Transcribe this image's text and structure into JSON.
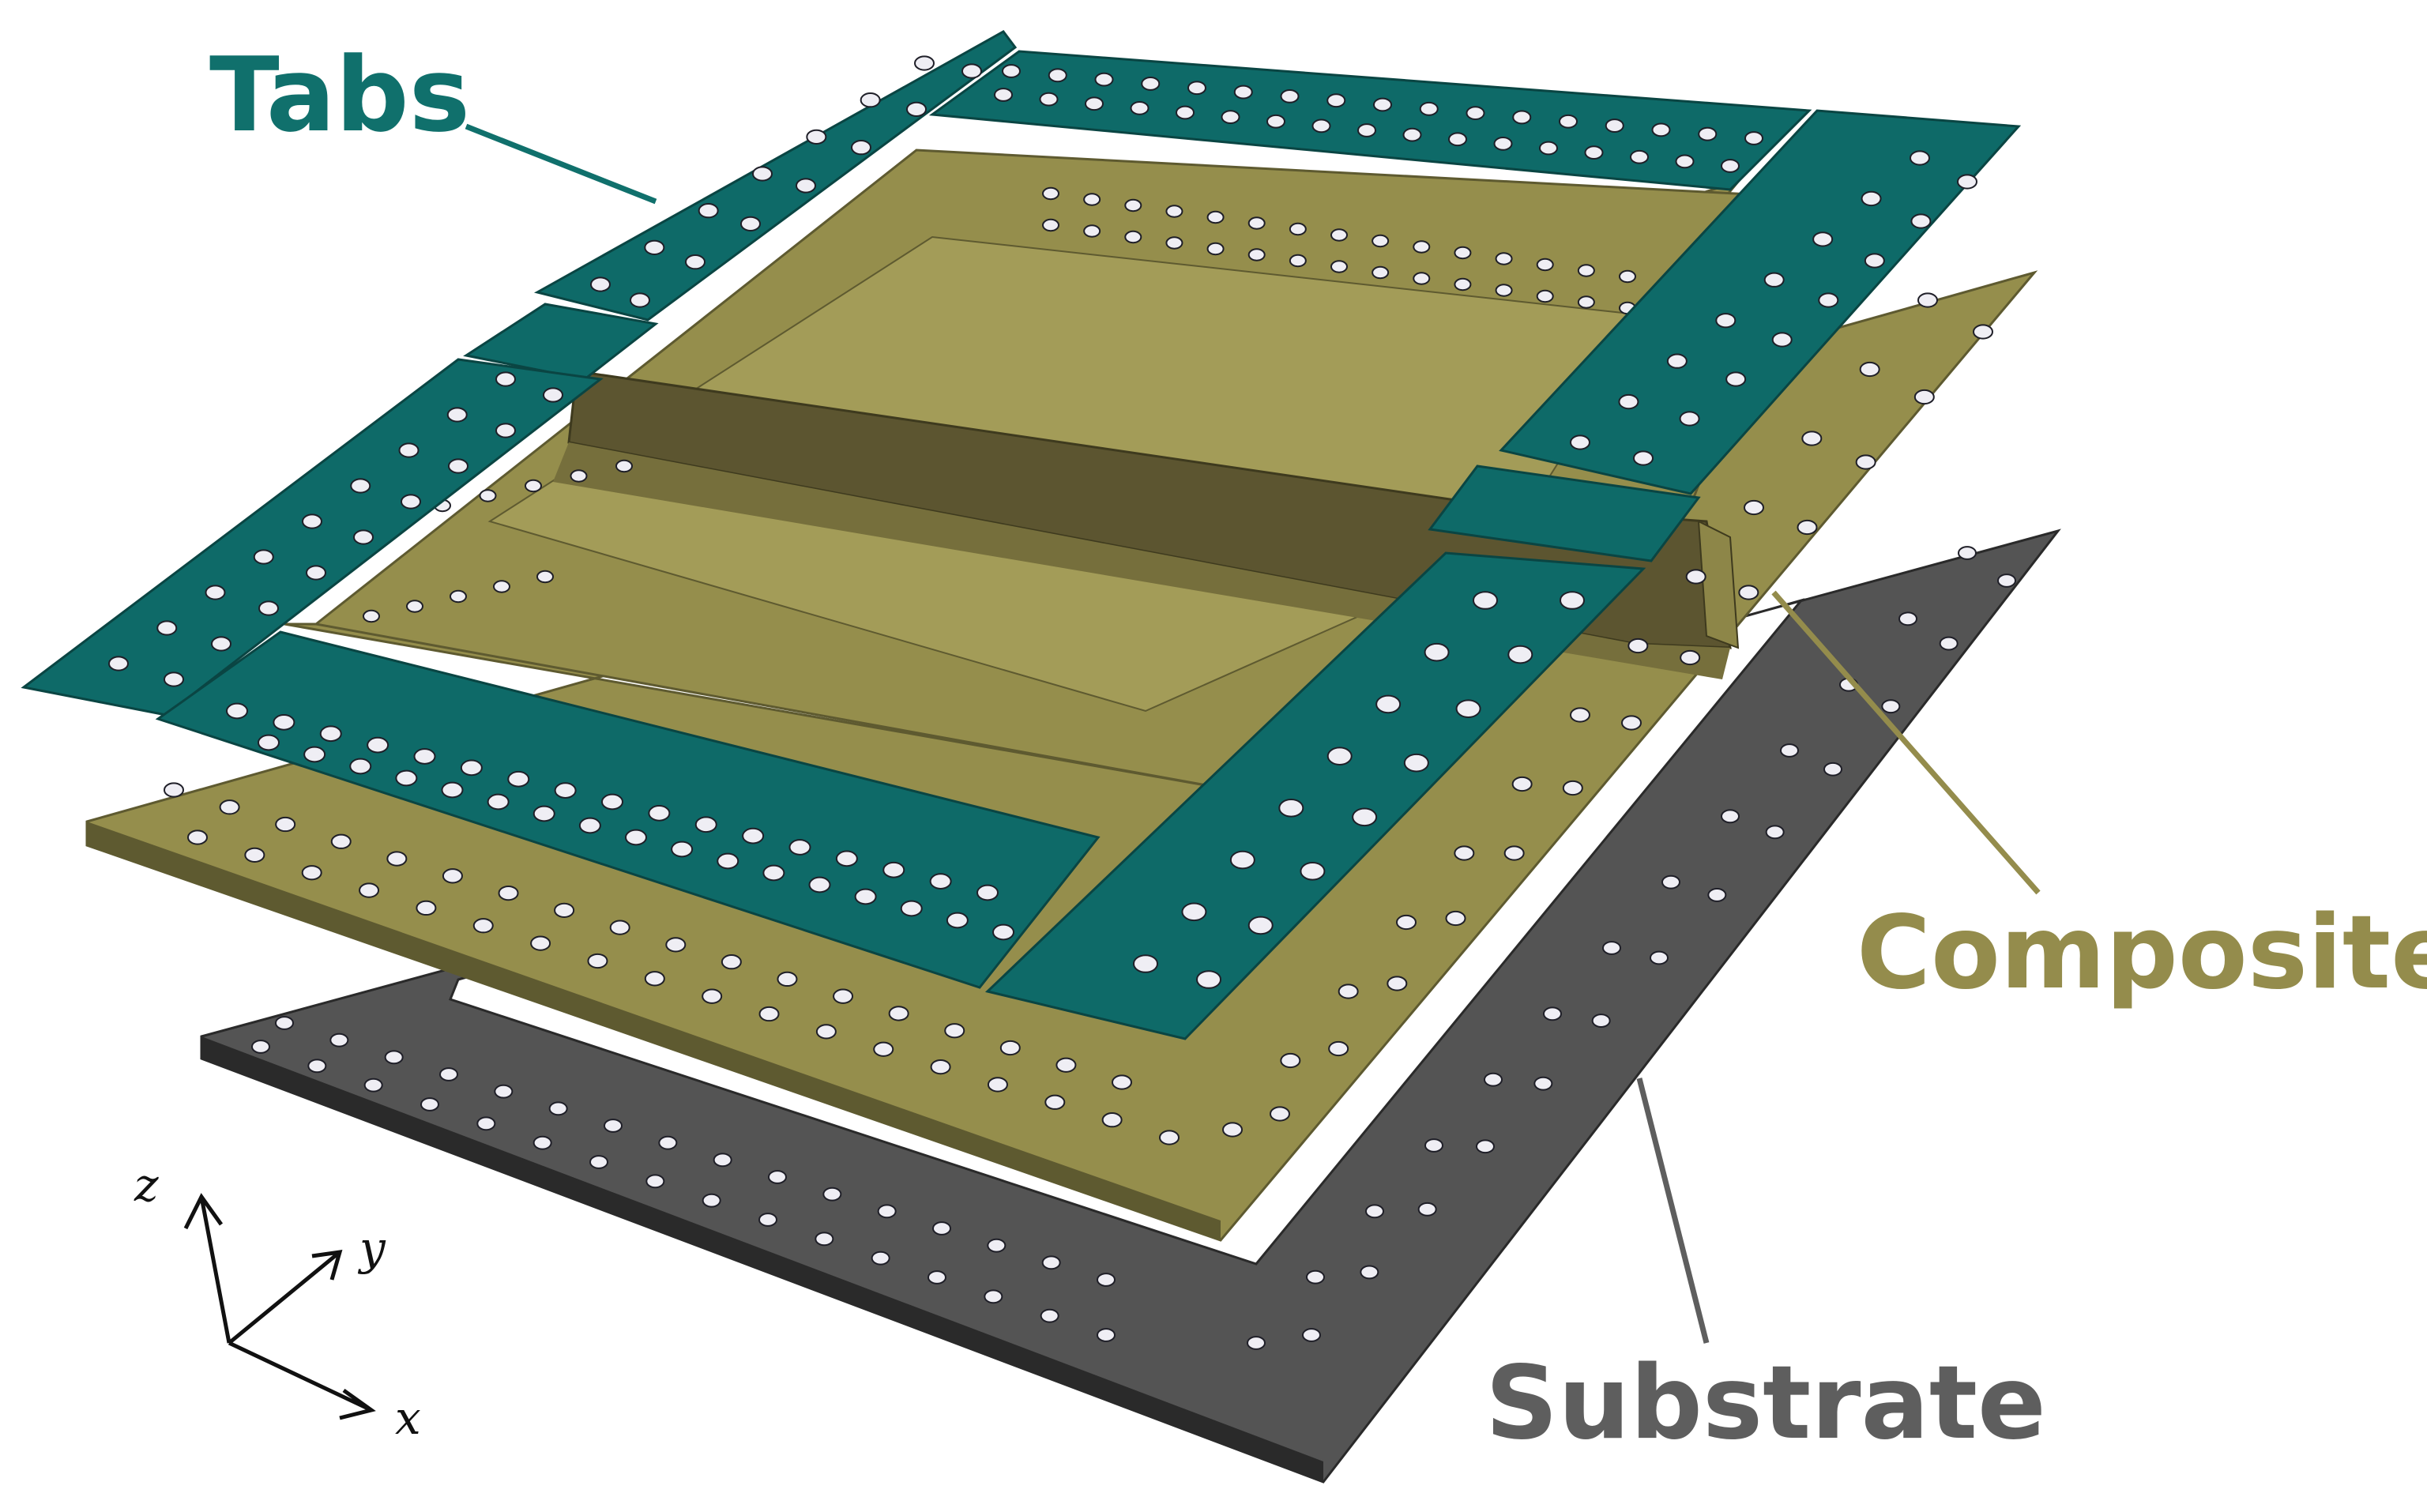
{
  "labels": {
    "tabs": "Tabs",
    "composite": "Composite",
    "substrate": "Substrate"
  },
  "axes": {
    "x": "x",
    "y": "y",
    "z": "z"
  },
  "colors": {
    "tabs": "#0e6a68",
    "tabs_edge": "#0a4543",
    "composite": "#958e4c",
    "composite_edge": "#5e5a30",
    "composite_light": "#a39c58",
    "substrate": "#545454",
    "substrate_edge": "#2a2a2a",
    "tabs_label": "#10706c",
    "composite_label": "#948c4c",
    "substrate_label": "#5e5e5e",
    "hole": "#efeef4",
    "hole_rim": "#1f1f28"
  }
}
